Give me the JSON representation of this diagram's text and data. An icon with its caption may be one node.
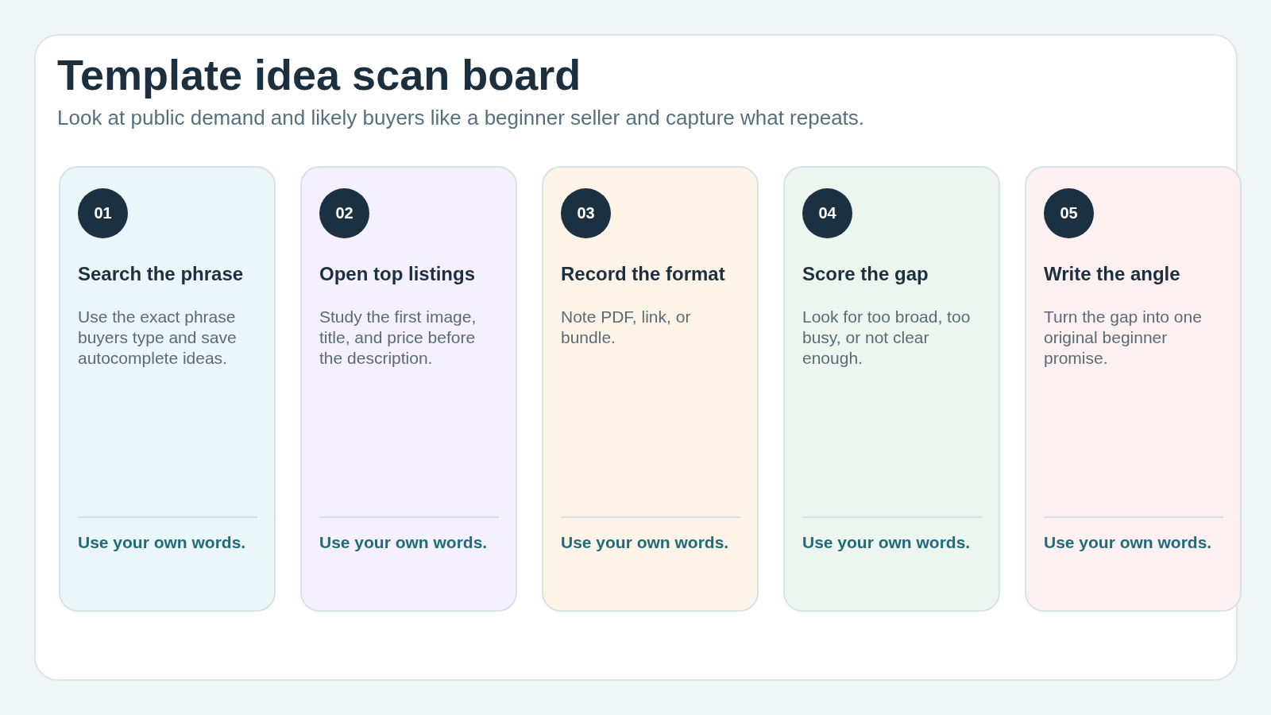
{
  "diagram": {
    "title": "Template idea scan board",
    "nodes": [
      {
        "text": [
          "Search the phrase",
          "Use the exact phrase buyers type and save autocomplete ideas.",
          "Use your own words."
        ]
      },
      {
        "text": [
          "01"
        ],
        "in": 0
      },
      {
        "text": [
          "Open top listings",
          "Study the first image, title, and price before the description.",
          "Use your own words."
        ]
      },
      {
        "text": [
          "02"
        ],
        "in": 2
      },
      {
        "text": [
          "Record the format",
          "Note PDF, link, or bundle.",
          "Use your own words."
        ]
      },
      {
        "text": [
          "03"
        ],
        "in": 4
      },
      {
        "text": [
          "Score the gap",
          "Look for too broad, too busy, or not clear enough.",
          "Use your own words."
        ]
      },
      {
        "text": [
          "04"
        ],
        "in": 6
      },
      {
        "text": [
          "Write the angle",
          "Turn the gap into one original beginner promise.",
          "Use your own words."
        ]
      },
      {
        "text": [
          "05"
        ],
        "in": 8
      }
    ],
    "labels": [
      "Look at public demand and likely buyers like a beginner seller and capture what repeats."
    ]
  }
}
